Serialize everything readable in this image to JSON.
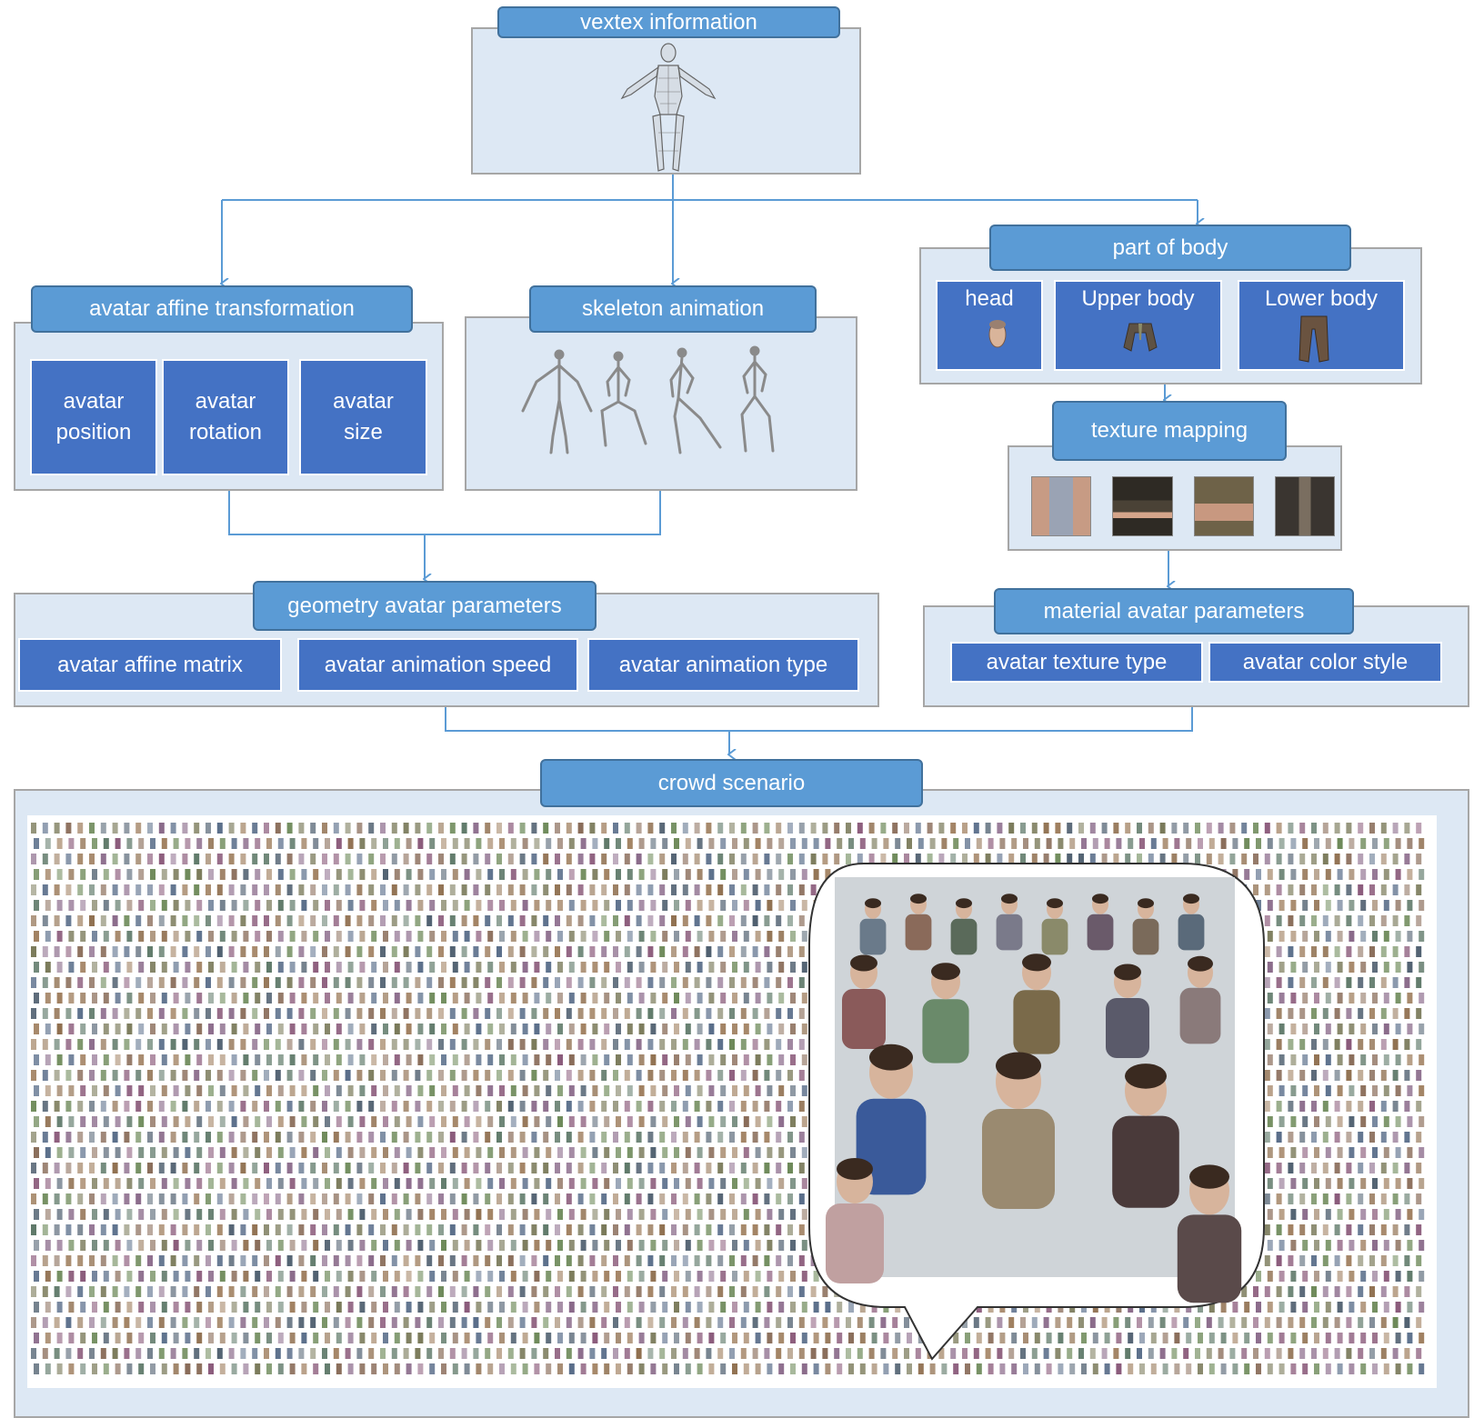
{
  "vertex": {
    "title": "vextex information"
  },
  "affine": {
    "title": "avatar affine transformation",
    "items": [
      {
        "line1": "avatar",
        "line2": "position"
      },
      {
        "line1": "avatar",
        "line2": "rotation"
      },
      {
        "line1": "avatar",
        "line2": "size"
      }
    ]
  },
  "skeleton": {
    "title": "skeleton animation"
  },
  "body": {
    "title": "part of body",
    "parts": [
      "head",
      "Upper body",
      "Lower body"
    ]
  },
  "texture": {
    "title": "texture mapping"
  },
  "geometry": {
    "title": "geometry avatar parameters",
    "items": [
      "avatar affine  matrix",
      "avatar animation speed",
      "avatar animation type"
    ]
  },
  "material": {
    "title": "material avatar parameters",
    "items": [
      "avatar texture type",
      "avatar color style"
    ]
  },
  "crowd": {
    "title": "crowd scenario"
  },
  "colors": {
    "header": "#5b9bd5",
    "box": "#4472c4",
    "panel": "#dde8f4",
    "connector": "#5b9bd5"
  }
}
